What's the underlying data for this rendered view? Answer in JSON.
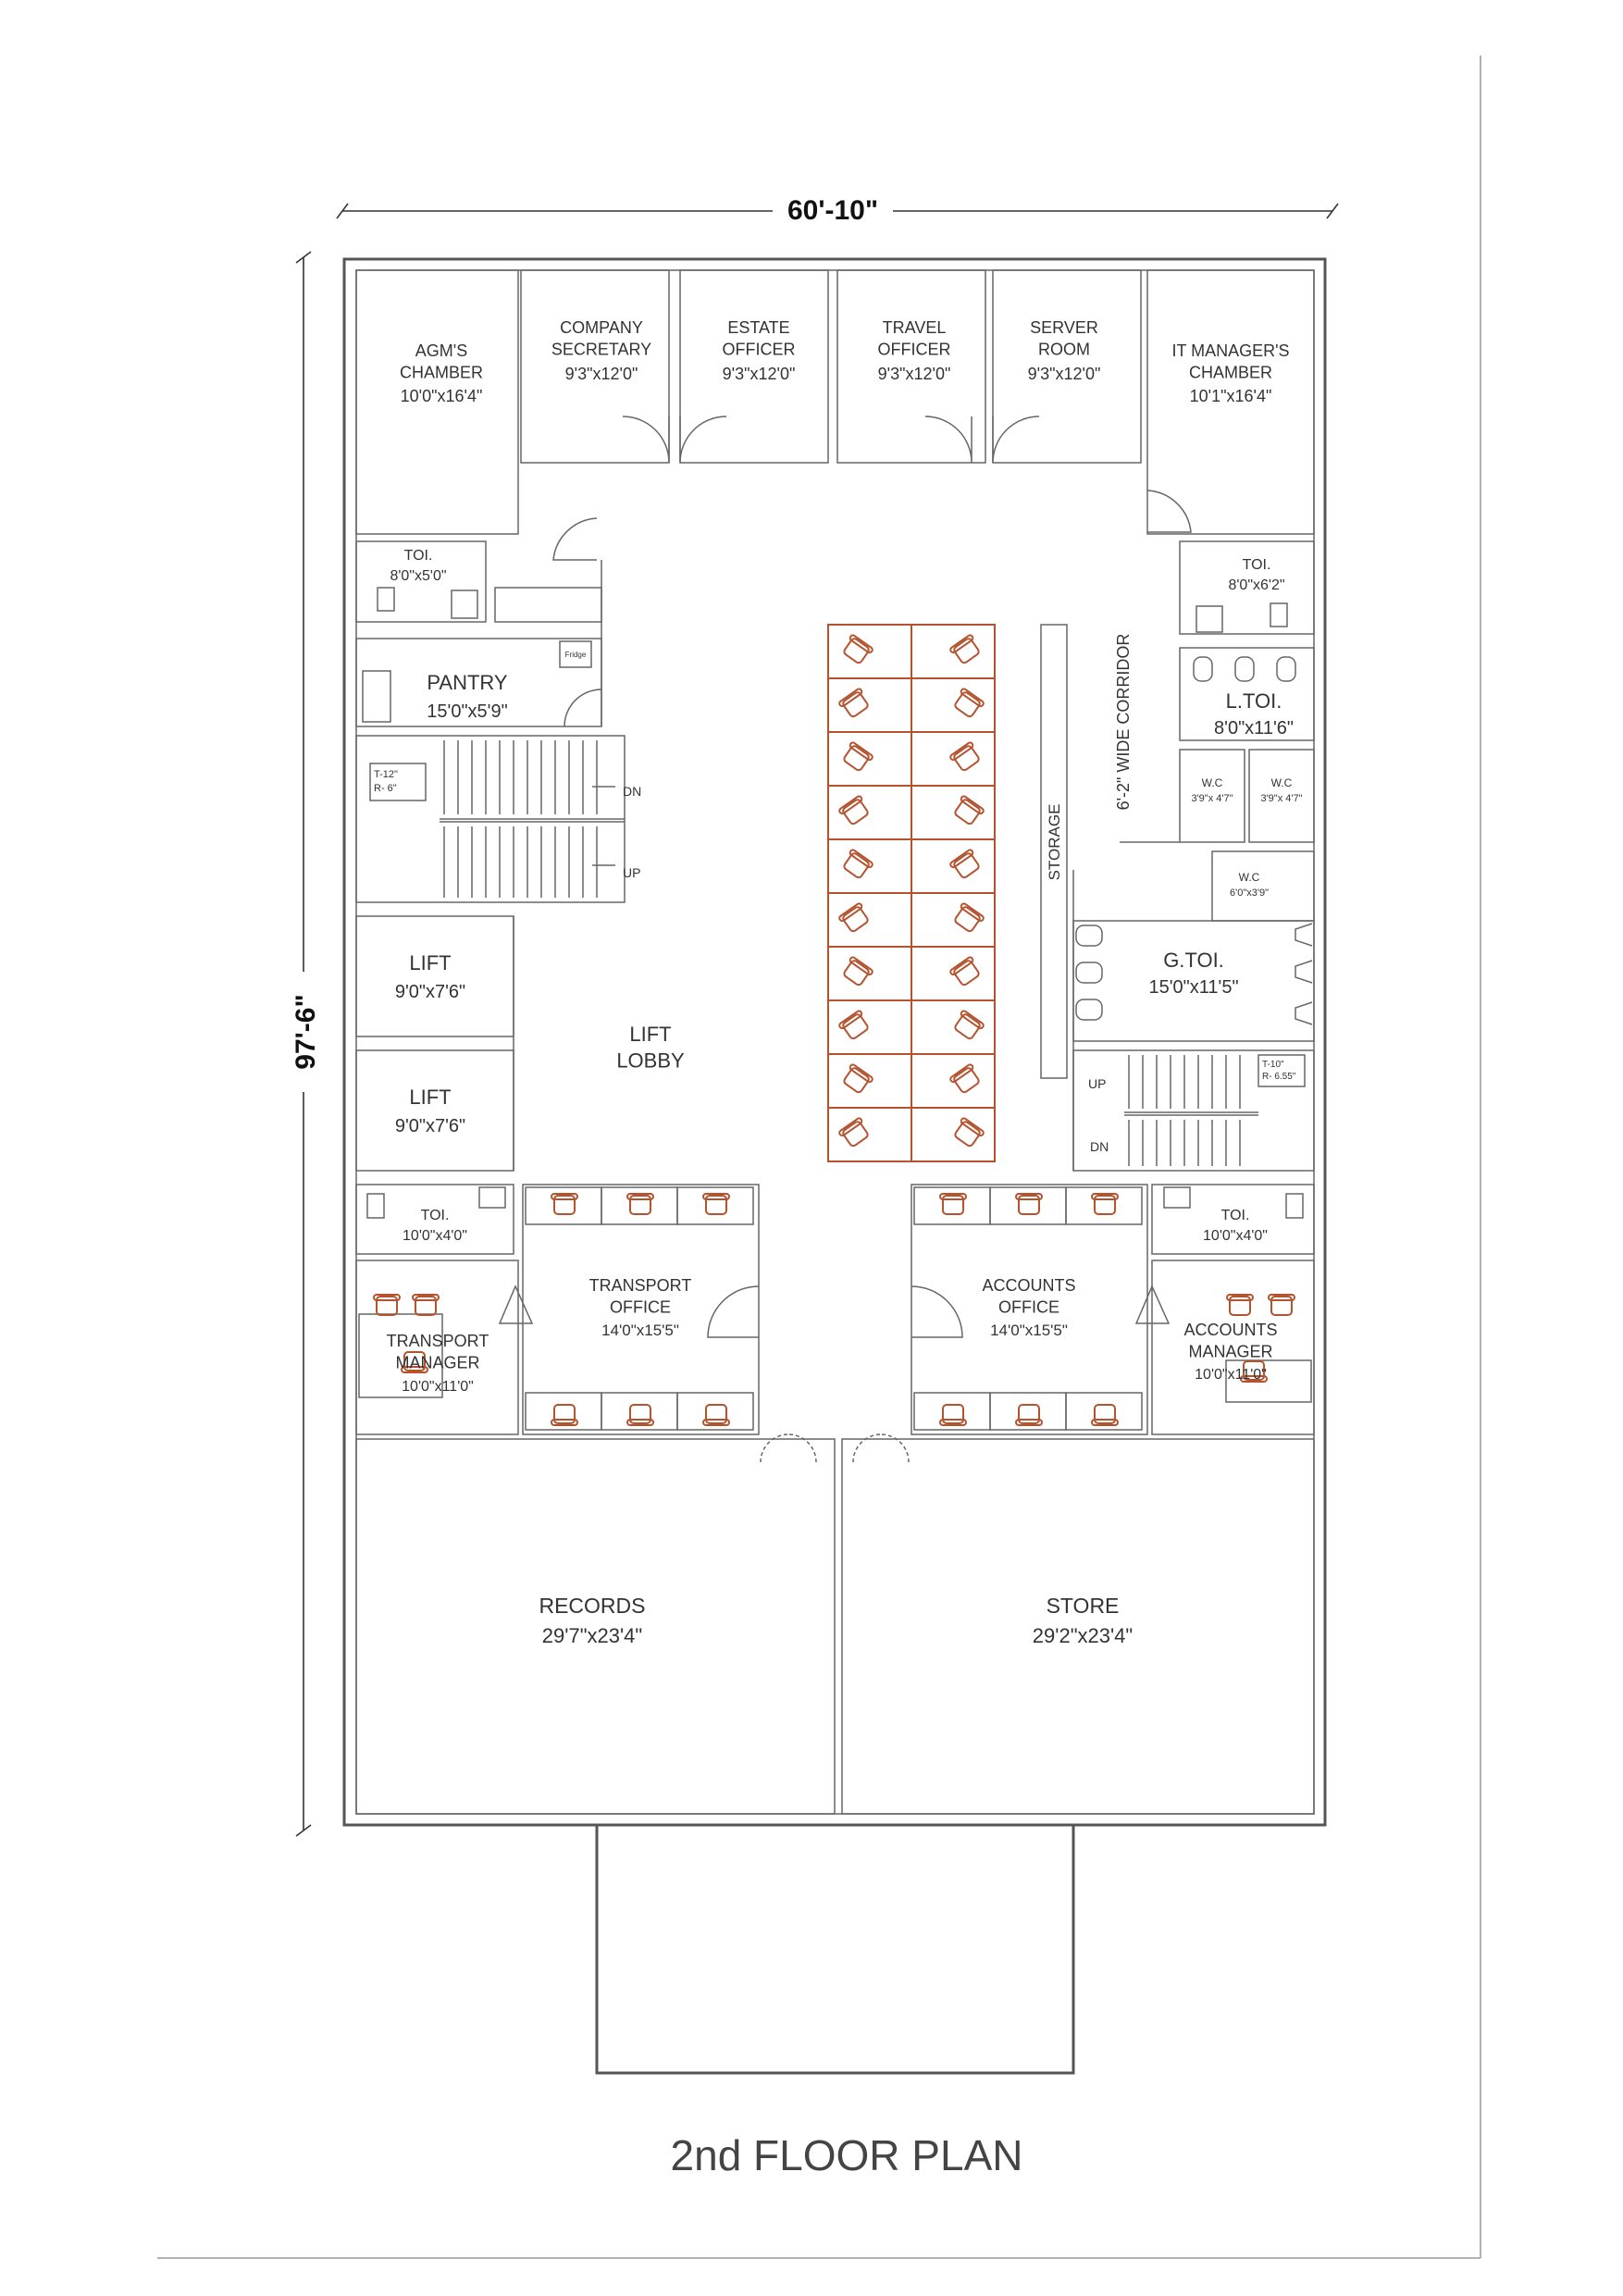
{
  "dimensions": {
    "width": "60'-10\"",
    "height": "97'-6\""
  },
  "title": "2nd FLOOR PLAN",
  "rooms": {
    "agm": {
      "name": "AGM'S\nCHAMBER",
      "size": "10'0\"x16'4\""
    },
    "secretary": {
      "name": "COMPANY\nSECRETARY",
      "size": "9'3\"x12'0\""
    },
    "estate": {
      "name": "ESTATE\nOFFICER",
      "size": "9'3\"x12'0\""
    },
    "travel": {
      "name": "TRAVEL\nOFFICER",
      "size": "9'3\"x12'0\""
    },
    "server": {
      "name": "SERVER\nROOM",
      "size": "9'3\"x12'0\""
    },
    "itmanager": {
      "name": "IT MANAGER'S\nCHAMBER",
      "size": "10'1\"x16'4\""
    },
    "toi_left": {
      "name": "TOI.",
      "size": "8'0\"x5'0\""
    },
    "toi_right": {
      "name": "TOI.",
      "size": "8'0\"x6'2\""
    },
    "pantry": {
      "name": "PANTRY",
      "size": "15'0\"x5'9\"",
      "fridge": "Fridge"
    },
    "ltoi": {
      "name": "L.TOI.",
      "size": "8'0\"x11'6\""
    },
    "wc1": {
      "name": "W.C",
      "size": "3'9\"x 4'7\""
    },
    "wc2": {
      "name": "W.C",
      "size": "3'9\"x 4'7\""
    },
    "wc3": {
      "name": "W.C",
      "size": "6'0\"x3'9\""
    },
    "corridor": {
      "name": "6'-2\" WIDE CORRIDOR"
    },
    "storage": {
      "name": "STORAGE"
    },
    "gtoi": {
      "name": "G.TOI.",
      "size": "15'0\"x11'5\""
    },
    "lift1": {
      "name": "LIFT",
      "size": "9'0\"x7'6\""
    },
    "lift2": {
      "name": "LIFT",
      "size": "9'0\"x7'6\""
    },
    "lobby": {
      "name": "LIFT\nLOBBY"
    },
    "stair1": {
      "tread": "T-12\"",
      "riser": "R- 6\"",
      "dn": "DN",
      "up": "UP"
    },
    "stair2": {
      "tread": "T-10\"",
      "riser": "R- 6.55\"",
      "dn": "DN",
      "up": "UP"
    },
    "toi_bl": {
      "name": "TOI.",
      "size": "10'0\"x4'0\""
    },
    "toi_br": {
      "name": "TOI.",
      "size": "10'0\"x4'0\""
    },
    "transport_office": {
      "name": "TRANSPORT\nOFFICE",
      "size": "14'0\"x15'5\""
    },
    "accounts_office": {
      "name": "ACCOUNTS\nOFFICE",
      "size": "14'0\"x15'5\""
    },
    "transport_manager": {
      "name": "TRANSPORT\nMANAGER",
      "size": "10'0\"x11'0\""
    },
    "accounts_manager": {
      "name": "ACCOUNTS\nMANAGER",
      "size": "10'0\"x11'0\""
    },
    "records": {
      "name": "RECORDS",
      "size": "29'7\"x23'4\""
    },
    "store": {
      "name": "STORE",
      "size": "29'2\"x23'4\""
    }
  },
  "colors": {
    "wall": "#555555",
    "furniture": "#b5532f",
    "text": "#333333"
  }
}
